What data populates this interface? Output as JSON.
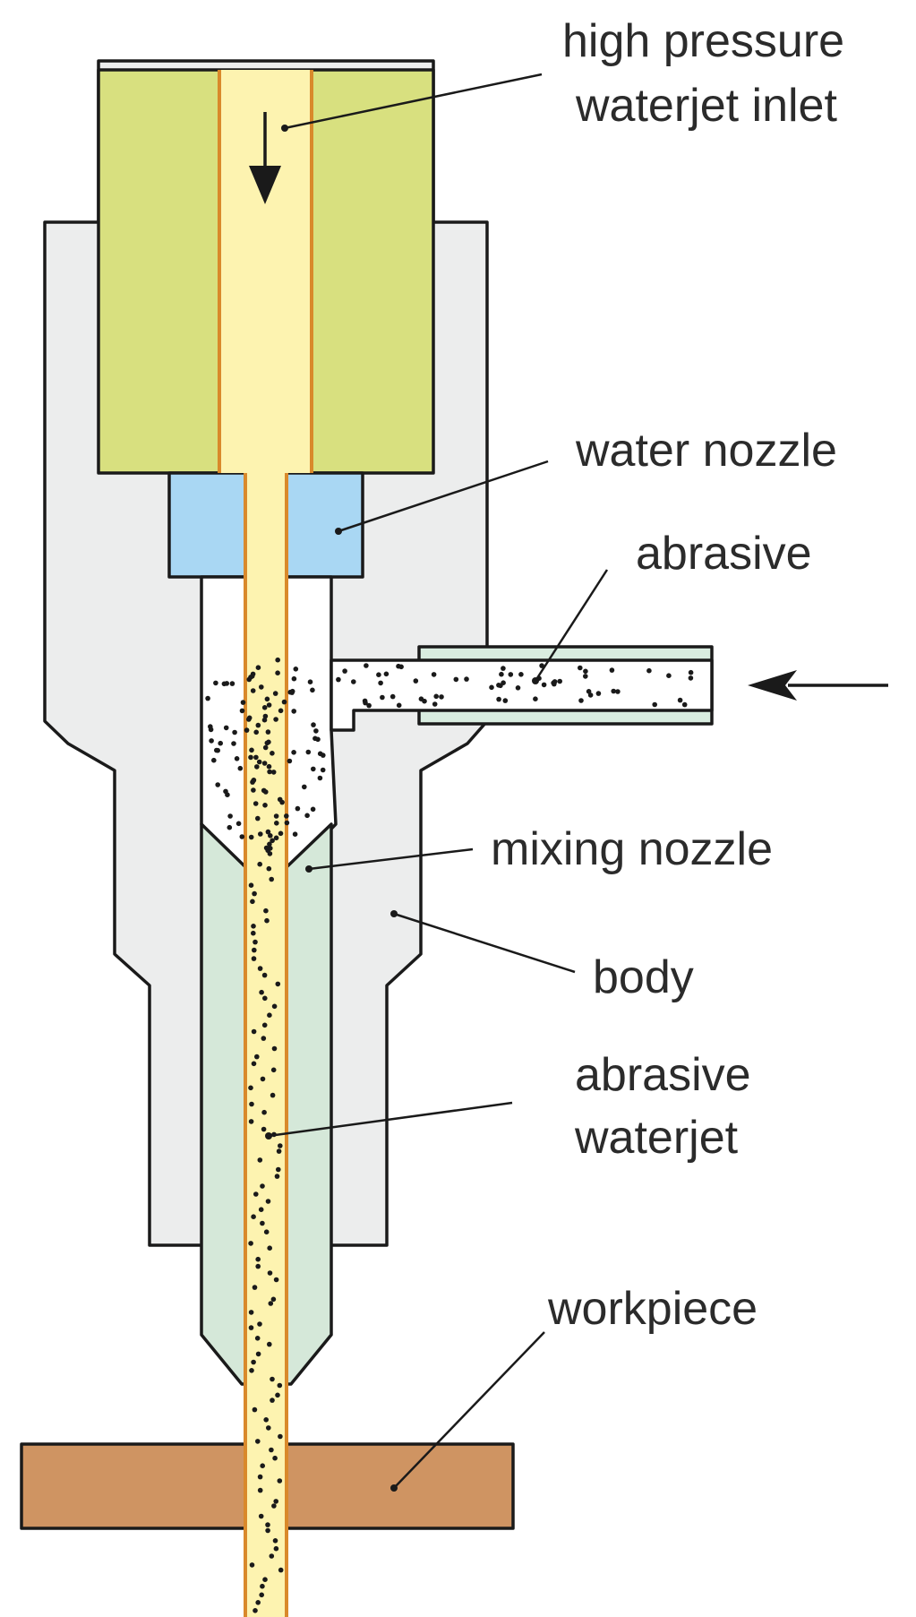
{
  "labels": {
    "inlet_line1": "high pressure",
    "inlet_line2": "waterjet inlet",
    "water_nozzle": "water nozzle",
    "abrasive": "abrasive",
    "mixing_nozzle": "mixing nozzle",
    "body": "body",
    "abrasive_waterjet_line1": "abrasive",
    "abrasive_waterjet_line2": "waterjet",
    "workpiece": "workpiece"
  },
  "colors": {
    "inlet_block": "#d8e07f",
    "jet_channel": "#fdf3b0",
    "channel_wall": "#d9892b",
    "water_nozzle": "#a9d7f3",
    "body": "#eceded",
    "mixing_nozzle": "#d5e8d9",
    "abrasive_tube": "#d9ede0",
    "workpiece": "#cf9462",
    "outline": "#1a1a1a"
  }
}
